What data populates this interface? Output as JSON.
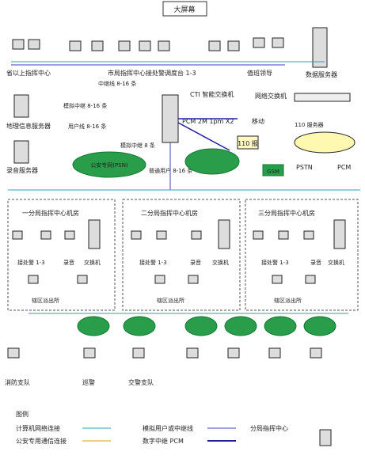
{
  "top_label": "大屏幕",
  "top_row": {
    "left": "省以上指挥中心",
    "middle": "市局指挥中心接处警调度台 1-3",
    "right": "值班领导",
    "far_right": "数据服务器"
  },
  "left_servers": {
    "gis": "地理信息服务器",
    "recorder": "录音服务器"
  },
  "center": {
    "trunk": "中继线 8-16 条",
    "ext1": "模拟中继 8-16 条",
    "ext2": "用户线 8-16 条",
    "cti": "CTI 智能交换机",
    "pcm": "PCM 2M 1pm X2",
    "analog": "模拟中继 8 条",
    "users": "普通用户 8-16 条",
    "net_switch": "网络交换机",
    "mobile": "移动",
    "server": "110 服务器",
    "box_110": "110 报",
    "pstn": "PSTN",
    "pcm2": "PCM",
    "public_net": "公安专网(PSN)",
    "gsm": "GSM"
  },
  "branches": [
    {
      "title": "一分局指挥中心机房",
      "seat": "接处警 1-3",
      "rec": "录音",
      "sw": "交换机",
      "sub": "辖区派出所"
    },
    {
      "title": "二分局指挥中心机房",
      "seat": "接处警 1-3",
      "rec": "录音",
      "sw": "交换机",
      "sub": "辖区派出所"
    },
    {
      "title": "三分局指挥中心机房",
      "seat": "接处警 1-3",
      "rec": "录音",
      "sw": "交换机",
      "sub": "辖区派出所"
    }
  ],
  "bottom": {
    "a": "消防支队",
    "b": "巡警",
    "c": "交警支队"
  },
  "legend": {
    "title": "图例",
    "l1": "计算机网络连接",
    "l2": "公安专用通信连接",
    "l3": "模拟用户或中继线",
    "l4": "数字中继 PCM",
    "l5": "分局指挥中心"
  }
}
